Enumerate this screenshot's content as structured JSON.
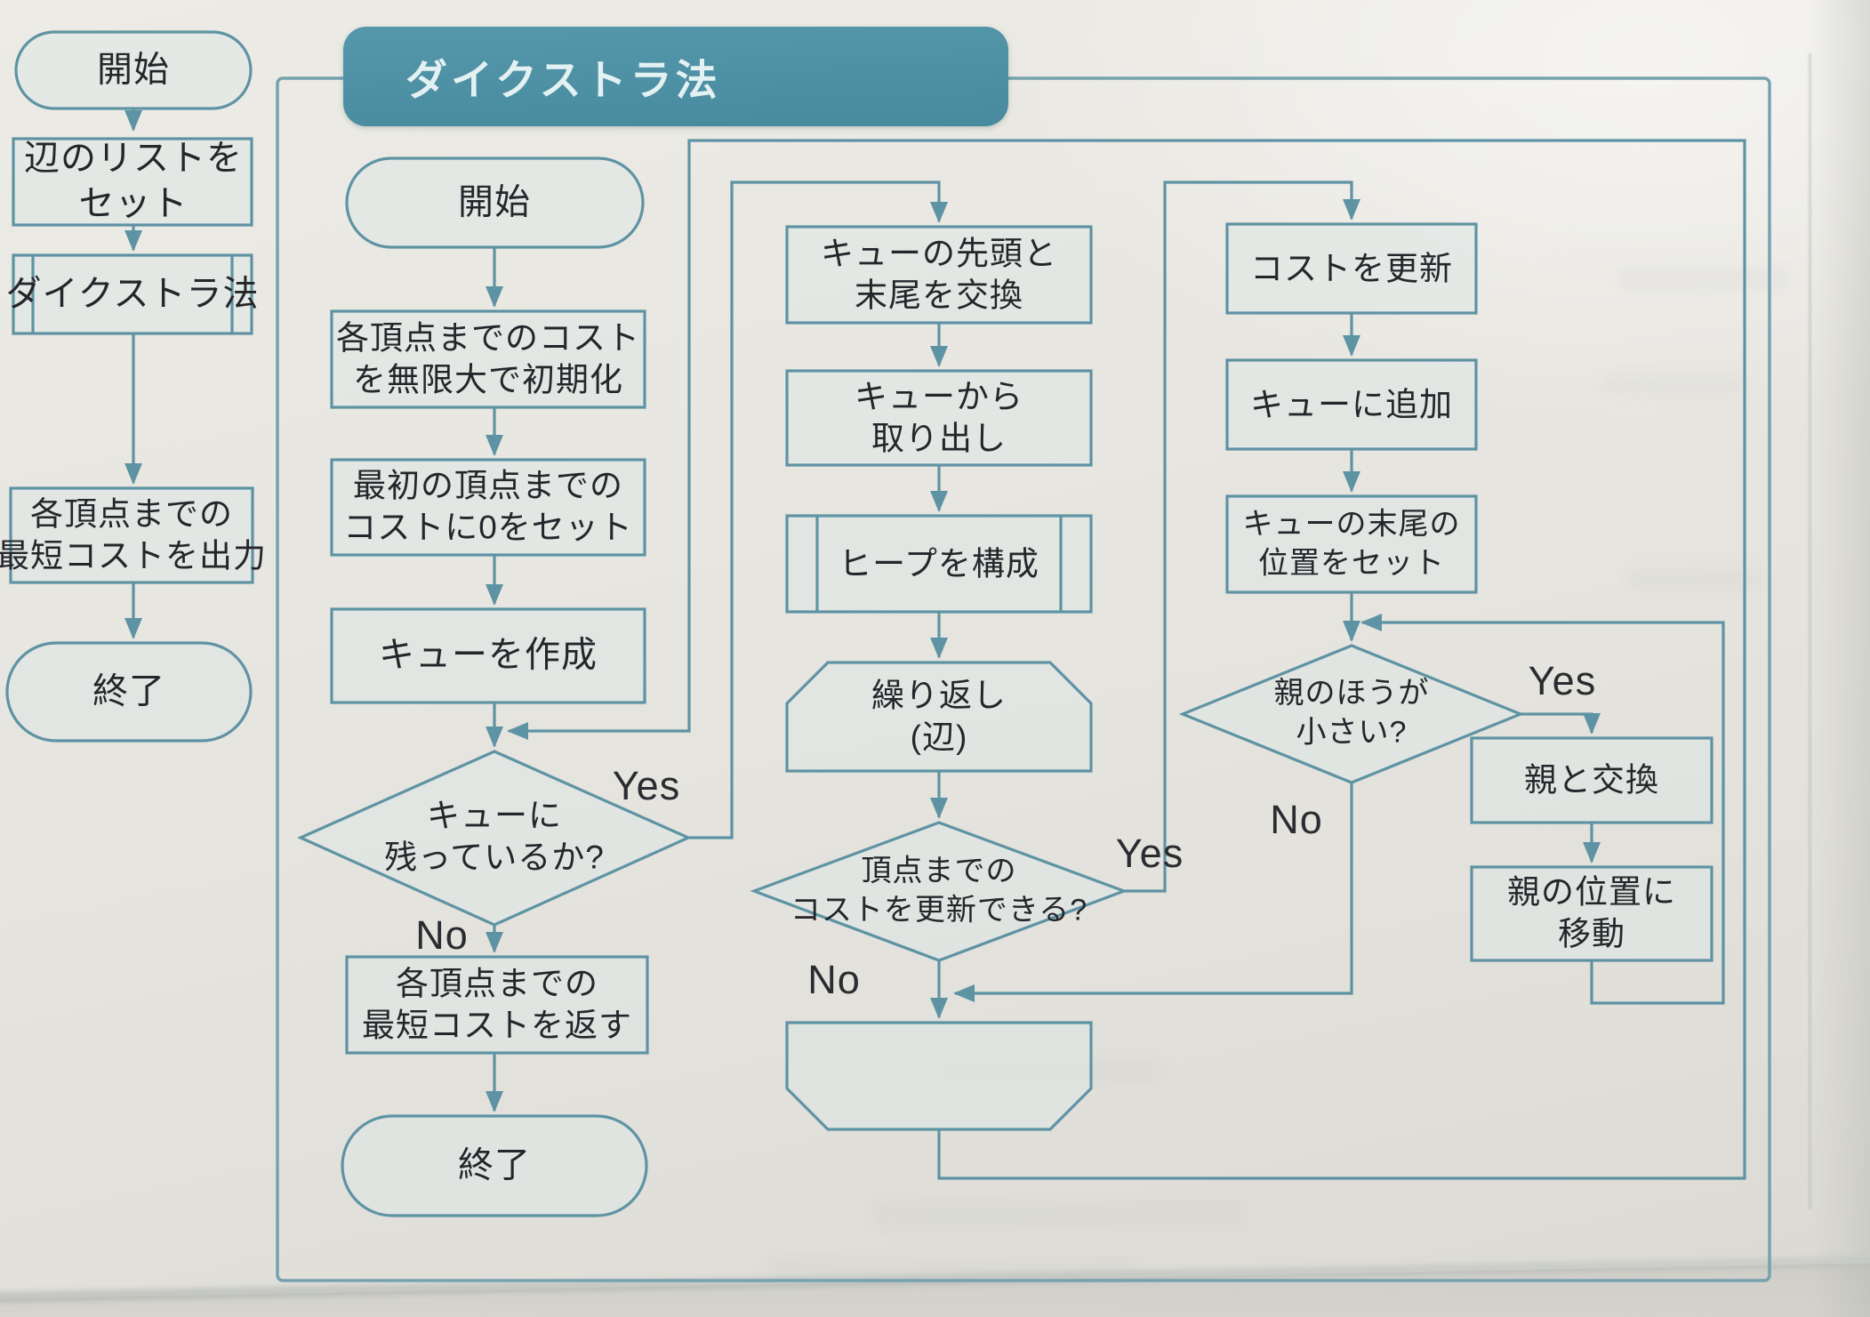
{
  "tab": {
    "title": "ダイクストラ法"
  },
  "nodes": {
    "l1": {
      "label": "開始"
    },
    "l2": {
      "label": "辺のリストを\nセット"
    },
    "l3": {
      "label": "ダイクストラ法"
    },
    "l4": {
      "label": "各頂点までの\n最短コストを出力"
    },
    "l5": {
      "label": "終了"
    },
    "c1": {
      "label": "開始"
    },
    "c2": {
      "label": "各頂点までのコスト\nを無限大で初期化"
    },
    "c3": {
      "label": "最初の頂点までの\nコストに0をセット"
    },
    "c4": {
      "label": "キューを作成"
    },
    "d1": {
      "label": "キューに\n残っているか?"
    },
    "c5": {
      "label": "各頂点までの\n最短コストを返す"
    },
    "c6": {
      "label": "終了"
    },
    "m1": {
      "label": "キューの先頭と\n末尾を交換"
    },
    "m2": {
      "label": "キューから\n取り出し"
    },
    "m3": {
      "label": "ヒープを構成"
    },
    "m4": {
      "label": "繰り返し\n(辺)"
    },
    "m5": {
      "label": ""
    },
    "d2": {
      "label": "頂点までの\nコストを更新できる?"
    },
    "r1": {
      "label": "コストを更新"
    },
    "r2": {
      "label": "キューに追加"
    },
    "r3": {
      "label": "キューの末尾の\n位置をセット"
    },
    "d3": {
      "label": "親のほうが\n小さい?"
    },
    "r4": {
      "label": "親と交換"
    },
    "r5": {
      "label": "親の位置に\n移動"
    }
  },
  "edge_labels": {
    "d1_yes": "Yes",
    "d1_no": "No",
    "d2_yes": "Yes",
    "d2_no": "No",
    "d3_yes": "Yes",
    "d3_no": "No"
  },
  "colors": {
    "accent": "#4b91a5",
    "line": "#5e93a4",
    "text": "#24262b",
    "paper": "#e8e6e0"
  }
}
